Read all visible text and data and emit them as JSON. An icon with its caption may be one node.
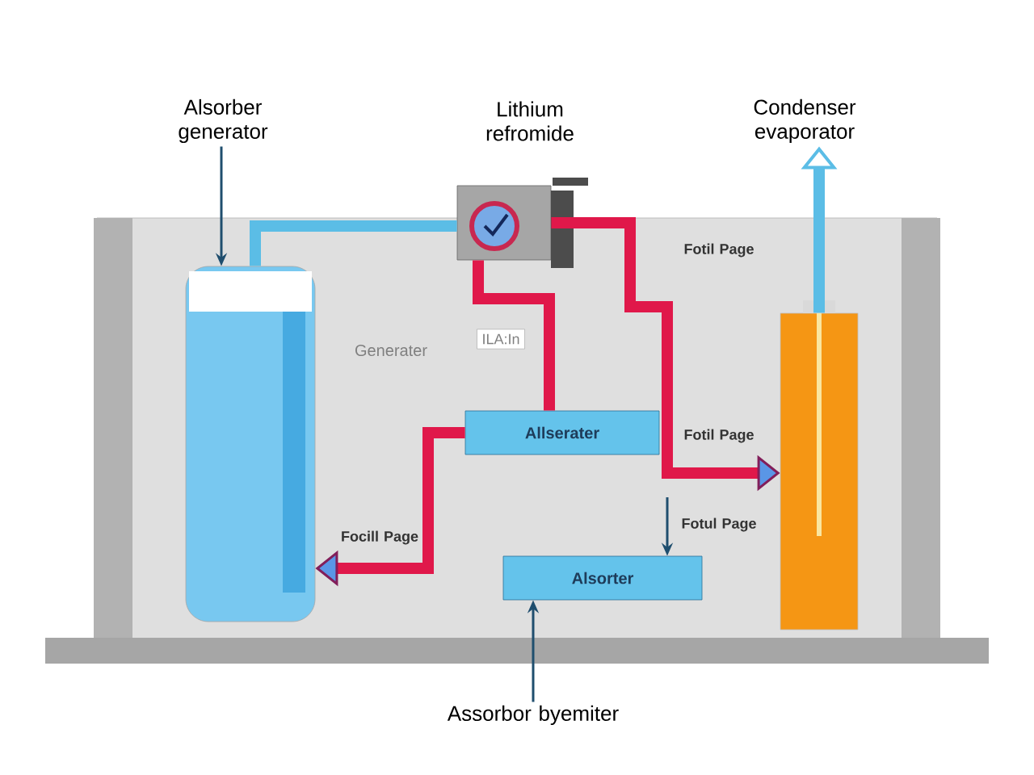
{
  "diagram": {
    "nodes": [
      {
        "text": [
          "Alsorber generator"
        ]
      },
      {
        "text": [],
        "shape": "cylinder"
      },
      {
        "text": [],
        "shape": "picture"
      },
      {
        "text": [
          "Condenser evaporator"
        ]
      },
      {
        "text": [
          "ILA:In"
        ]
      },
      {
        "text": [
          "Allserater"
        ]
      },
      {
        "text": [],
        "shape": "cylinder"
      },
      {
        "text": [
          "Alsorter"
        ]
      },
      {
        "text": [
          "Assorbor byemiter"
        ]
      }
    ],
    "edges": [
      {
        "from": 0,
        "to": 1,
        "arrow": "to",
        "color": "#1f4e6e"
      },
      {
        "from": 1,
        "to": 2,
        "arrow": "none",
        "color": "#5bbde6"
      },
      {
        "from": 2,
        "to": 5,
        "arrow": "none",
        "color": "#e0184a"
      },
      {
        "from": 5,
        "to": 1,
        "arrow": "to",
        "color": "#e0184a"
      },
      {
        "from": 2,
        "to": 6,
        "arrow": "to",
        "color": "#e0184a"
      },
      {
        "from": 6,
        "to": 3,
        "arrow": "to",
        "color": "#5bbde6"
      },
      {
        "from": null,
        "to": 7,
        "arrow": "to",
        "color": "#1f4e6e"
      },
      {
        "from": 8,
        "to": 7,
        "arrow": "to",
        "color": "#1f4e6e"
      }
    ],
    "labels": [
      "Lithium refromide",
      "Fotil Page",
      "Generater",
      "Fotil Page",
      "Fotul Page",
      "Focill Page"
    ]
  }
}
